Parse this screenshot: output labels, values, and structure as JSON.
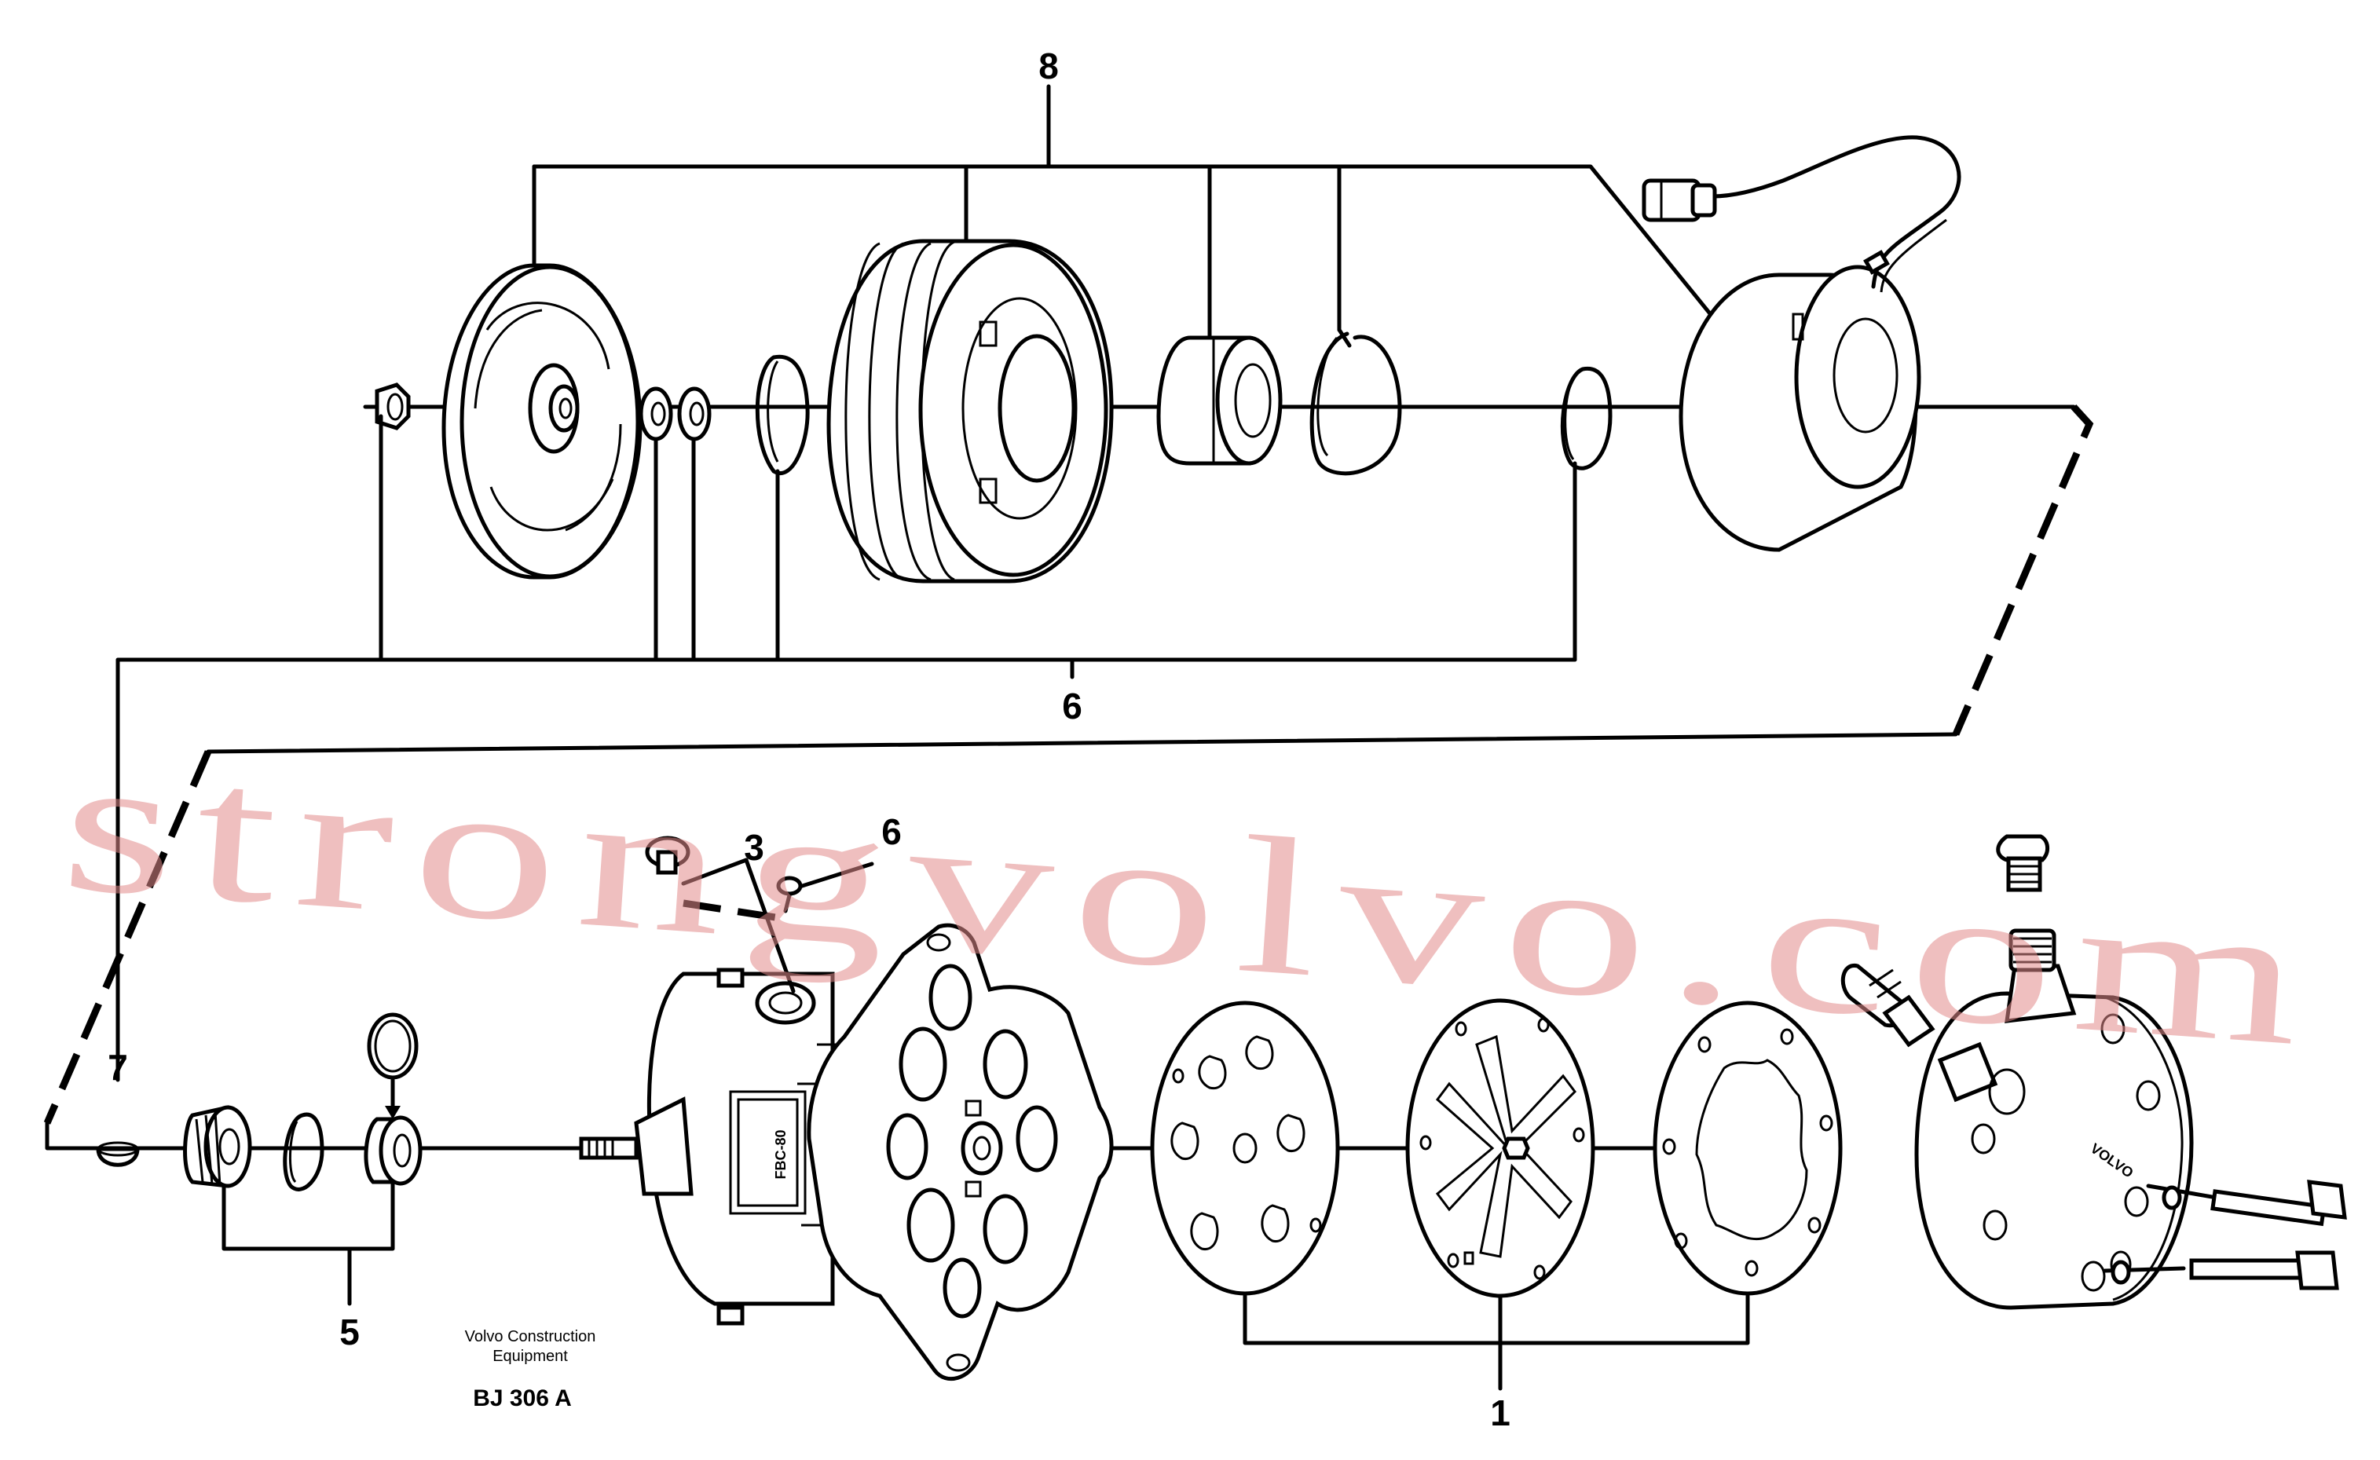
{
  "callouts": {
    "c1": "1",
    "c3": "3",
    "c5": "5",
    "c6_top": "6",
    "c6_bottom": "6",
    "c7": "7",
    "c8": "8"
  },
  "caption": {
    "line1": "Volvo Construction",
    "line2": "Equipment",
    "code": "BJ 306 A"
  },
  "housing_marks": {
    "compressor_brand": "VOLVO"
  },
  "watermark": "strongvolvo.com",
  "colors": {
    "line": "#000000",
    "watermark": "#e28a8a",
    "background": "#ffffff"
  }
}
